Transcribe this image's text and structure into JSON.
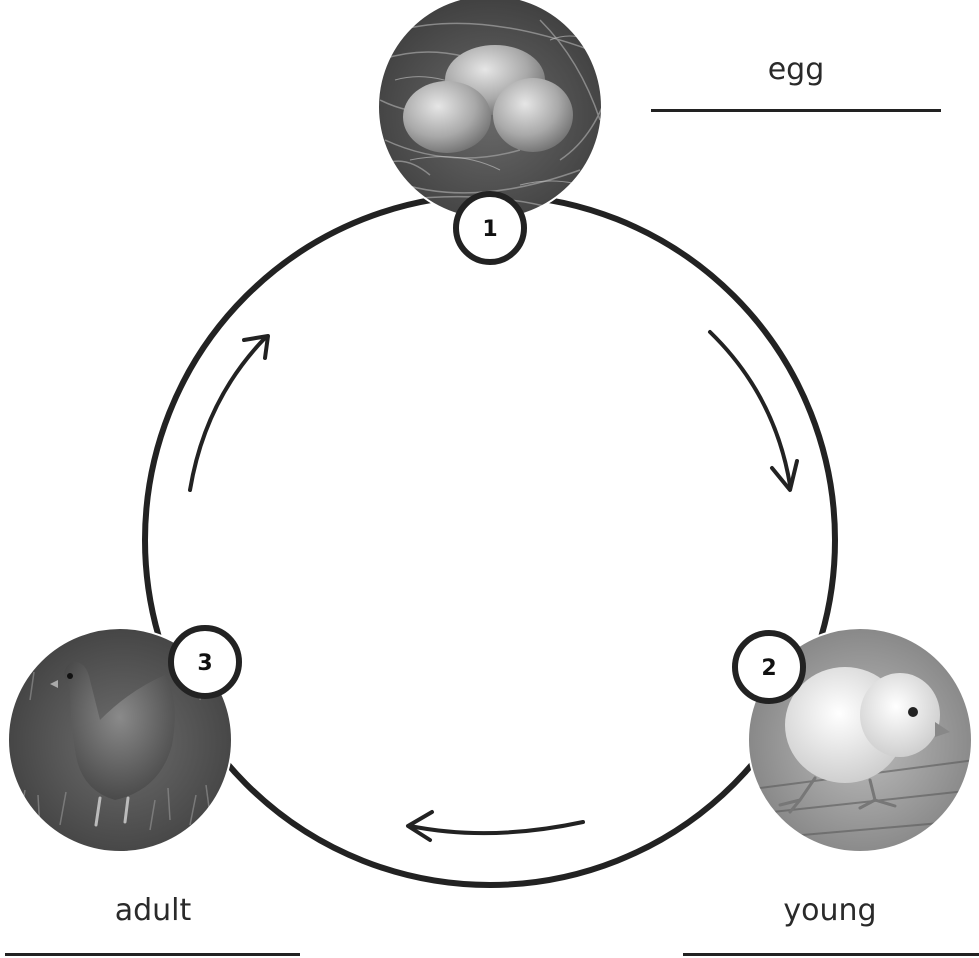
{
  "stages": [
    {
      "number": "1",
      "label": "egg",
      "photo": "eggs-in-nest-photo"
    },
    {
      "number": "2",
      "label": "young",
      "photo": "chick-photo"
    },
    {
      "number": "3",
      "label": "adult",
      "photo": "hen-photo"
    }
  ]
}
